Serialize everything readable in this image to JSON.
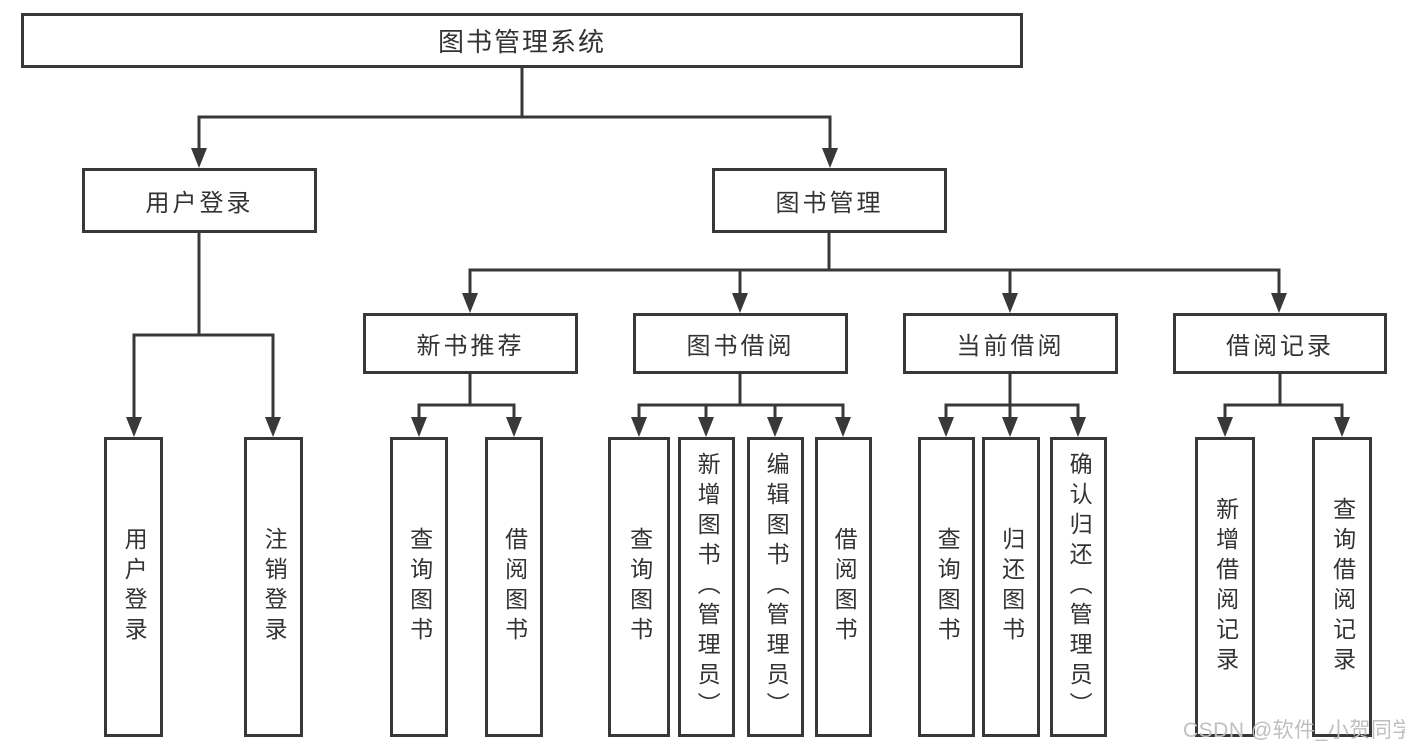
{
  "diagram": {
    "root": {
      "label": "图书管理系统"
    },
    "level2": [
      {
        "label": "用户登录"
      },
      {
        "label": "图书管理"
      }
    ],
    "level3": [
      {
        "label": "新书推荐"
      },
      {
        "label": "图书借阅"
      },
      {
        "label": "当前借阅"
      },
      {
        "label": "借阅记录"
      }
    ],
    "leaves": [
      {
        "label": "用户登录",
        "parent": "用户登录"
      },
      {
        "label": "注销登录",
        "parent": "用户登录"
      },
      {
        "label": "查询图书",
        "parent": "新书推荐"
      },
      {
        "label": "借阅图书",
        "parent": "新书推荐"
      },
      {
        "label": "查询图书",
        "parent": "图书借阅"
      },
      {
        "label": "新增图书（管理员）",
        "parent": "图书借阅"
      },
      {
        "label": "编辑图书（管理员）",
        "parent": "图书借阅"
      },
      {
        "label": "借阅图书",
        "parent": "图书借阅"
      },
      {
        "label": "查询图书",
        "parent": "当前借阅"
      },
      {
        "label": "归还图书",
        "parent": "当前借阅"
      },
      {
        "label": "确认归还（管理员）",
        "parent": "当前借阅"
      },
      {
        "label": "新增借阅记录",
        "parent": "借阅记录"
      },
      {
        "label": "查询借阅记录",
        "parent": "借阅记录"
      }
    ],
    "watermark": {
      "text": "CSDN @软件_小贺同学"
    },
    "colors": {
      "line": "#383838",
      "text": "#333333",
      "background": "#ffffff",
      "watermark": "#c0bfbf"
    }
  }
}
